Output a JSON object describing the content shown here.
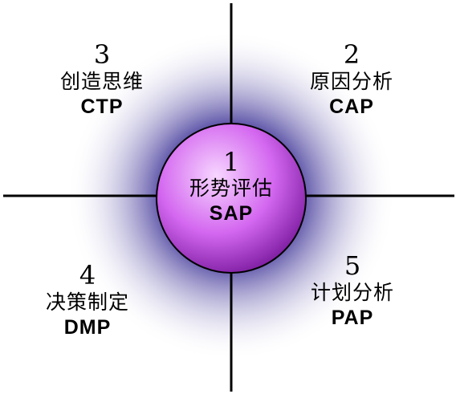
{
  "colors": {
    "axis": "#000000",
    "glow_inner": "#2a1e8c",
    "glow_outer": "#ffffff",
    "circle_light": "#f7d6ff",
    "circle_mid": "#d468f0",
    "circle_dark": "#7a1a9e",
    "circle_border": "#000000"
  },
  "quadrants": {
    "center": {
      "number": "1",
      "name": "形势评估",
      "abbr": "SAP"
    },
    "top_right": {
      "number": "2",
      "name": "原因分析",
      "abbr": "CAP"
    },
    "top_left": {
      "number": "3",
      "name": "创造思维",
      "abbr": "CTP"
    },
    "bottom_left": {
      "number": "4",
      "name": "决策制定",
      "abbr": "DMP"
    },
    "bottom_right": {
      "number": "5",
      "name": "计划分析",
      "abbr": "PAP"
    }
  }
}
